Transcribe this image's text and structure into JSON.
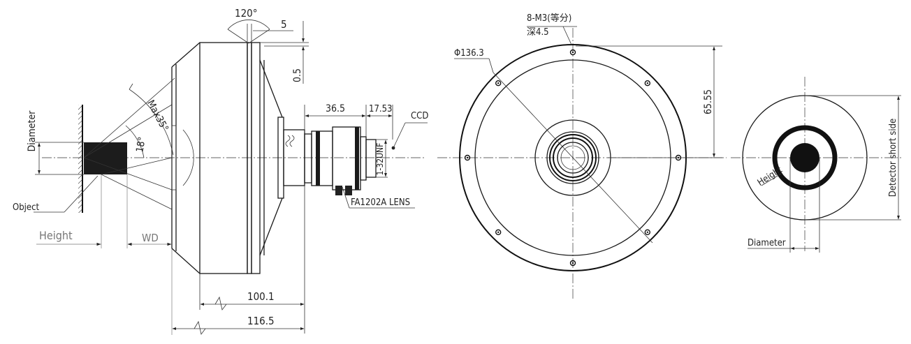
{
  "side_view": {
    "angle_top": "120°",
    "dim_step": "5",
    "dim_gap": "0.5",
    "label_diameter": "Diameter",
    "label_max": "Max35°",
    "label_angle": "18°",
    "label_object": "Object",
    "label_height": "Height",
    "label_wd": "WD",
    "dim_lens_len": "36.5",
    "dim_flange": "17.53",
    "label_ccd": "CCD",
    "label_mount": "1-32UNF",
    "label_lens": "FA1202A LENS",
    "dim_len_1": "100.1",
    "dim_len_2": "116.5"
  },
  "front_view": {
    "holes_label": "8-M3(等分)",
    "depth_label": "深4.5",
    "dim_diameter": "Φ136.3",
    "dim_radius": "65.55"
  },
  "detector_view": {
    "label_height": "Height",
    "label_diameter": "Diameter",
    "label_short_side": "Detector short side"
  }
}
